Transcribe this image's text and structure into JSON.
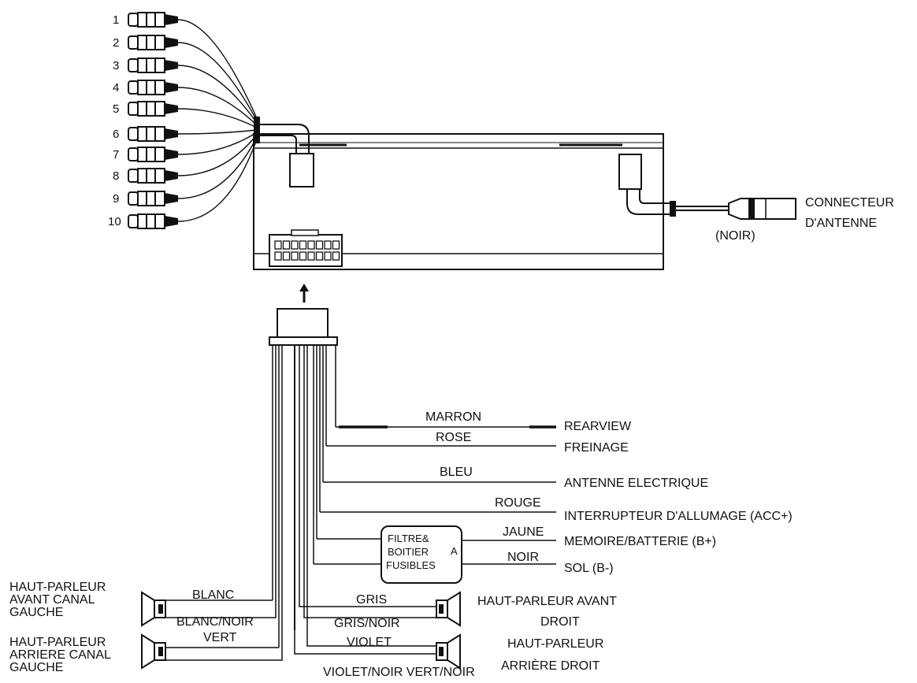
{
  "rca": {
    "numbers": [
      "1",
      "2",
      "3",
      "4",
      "5",
      "6",
      "7",
      "8",
      "9",
      "10"
    ]
  },
  "antenna": {
    "connector_line1": "CONNECTEUR",
    "connector_line2": "D'ANTENNE",
    "color_label": "(NOIR)"
  },
  "wires": {
    "marron": "MARRON",
    "rose": "ROSE",
    "bleu": "BLEU",
    "rouge": "ROUGE",
    "jaune": "JAUNE",
    "noir": "NOIR",
    "blanc": "BLANC",
    "blanc_noir": "BLANC/NOIR",
    "vert": "VERT",
    "gris": "GRIS",
    "gris_noir": "GRIS/NOIR",
    "violet": "VIOLET",
    "bottom": "VIOLET/NOIR VERT/NOIR"
  },
  "functions": {
    "rearview": "REARVIEW",
    "freinage": "FREINAGE",
    "antenne": "ANTENNE ELECTRIQUE",
    "acc": "INTERRUPTEUR D'ALLUMAGE (ACC+)",
    "memoire": "MEMOIRE/BATTERIE (B+)",
    "sol": "SOL (B-)"
  },
  "fuse": {
    "line1": "FILTRE&",
    "line2": "BOITIER",
    "line3": "FUSIBLES",
    "mark": "A"
  },
  "speakers": {
    "fl_1": "HAUT-PARLEUR",
    "fl_2": "AVANT CANAL",
    "fl_3": "GAUCHE",
    "rl_1": "HAUT-PARLEUR",
    "rl_2": "ARRIERE CANAL",
    "rl_3": "GAUCHE",
    "fr_1": "HAUT-PARLEUR AVANT",
    "fr_2": "DROIT",
    "rr_1": "HAUT-PARLEUR",
    "rr_2": "ARRIÈRE DROIT"
  }
}
